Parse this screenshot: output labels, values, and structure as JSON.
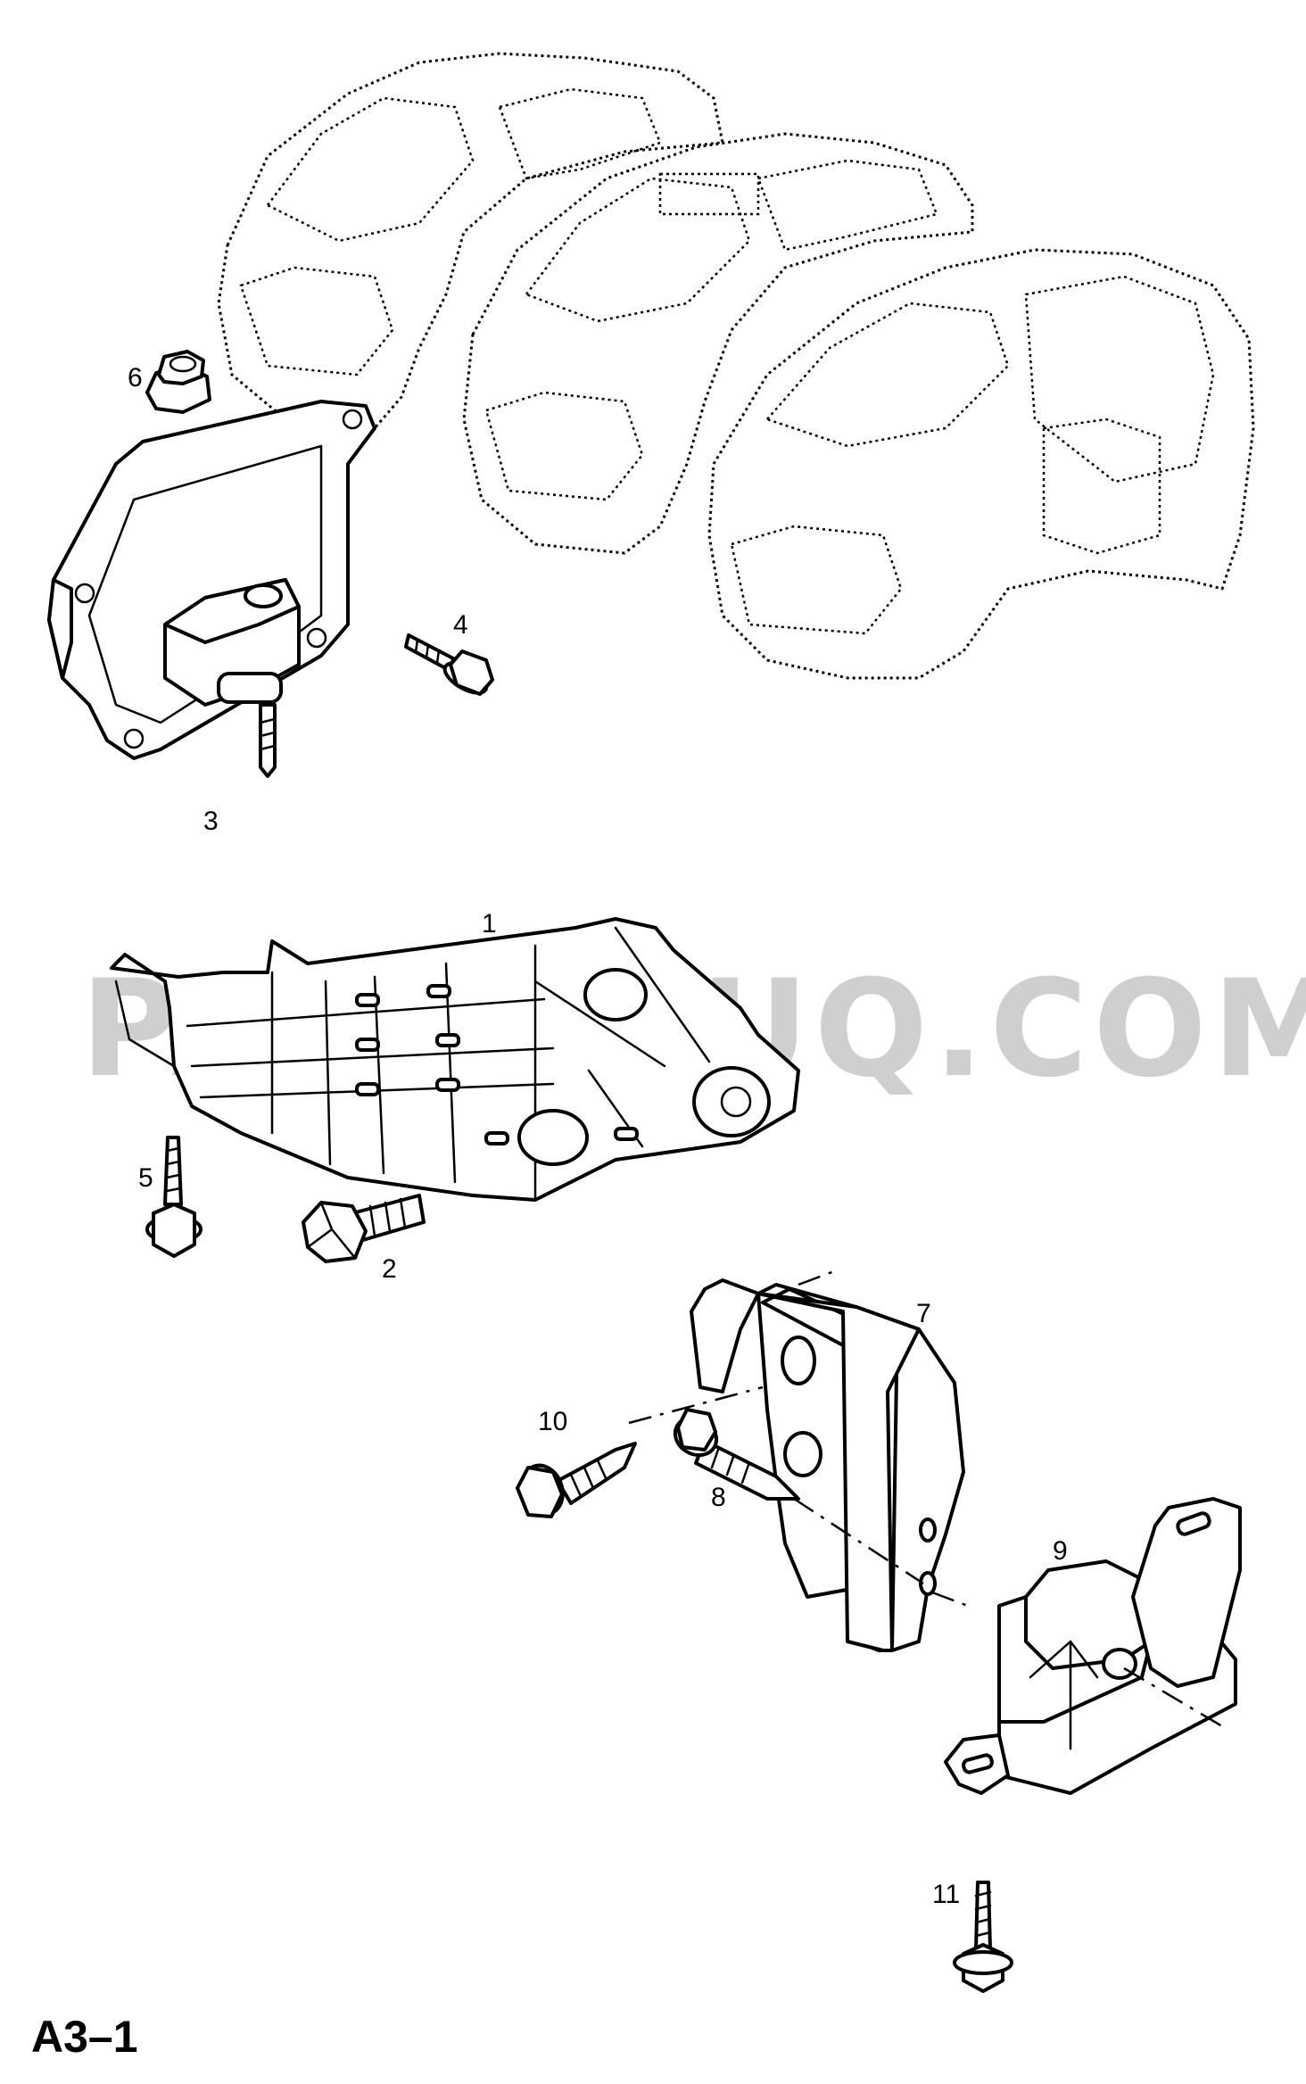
{
  "watermark": "PARTSOUQ.COM",
  "diagram_code": "A3–1",
  "callouts": [
    {
      "id": "1",
      "label": "1"
    },
    {
      "id": "2",
      "label": "2"
    },
    {
      "id": "3",
      "label": "3"
    },
    {
      "id": "4",
      "label": "4"
    },
    {
      "id": "5",
      "label": "5"
    },
    {
      "id": "6",
      "label": "6"
    },
    {
      "id": "7",
      "label": "7"
    },
    {
      "id": "8",
      "label": "8"
    },
    {
      "id": "9",
      "label": "9"
    },
    {
      "id": "10",
      "label": "10"
    },
    {
      "id": "11",
      "label": "11"
    }
  ]
}
